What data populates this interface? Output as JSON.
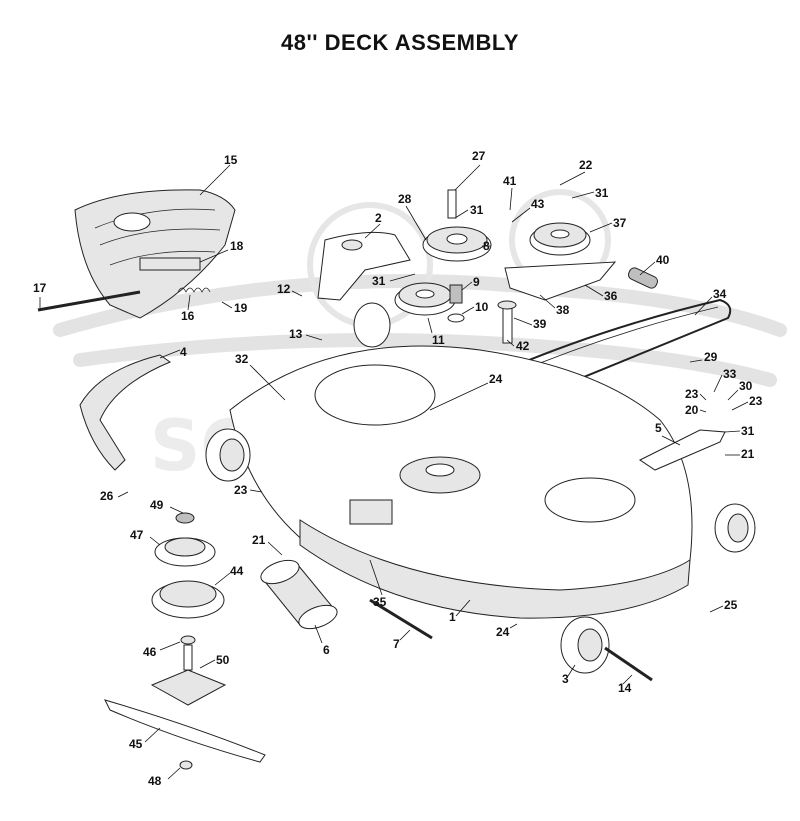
{
  "title": "48'' DECK ASSEMBLY",
  "callouts": [
    {
      "id": "c15",
      "label": "15"
    },
    {
      "id": "c18",
      "label": "18"
    },
    {
      "id": "c17",
      "label": "17"
    },
    {
      "id": "c16",
      "label": "16"
    },
    {
      "id": "c19",
      "label": "19"
    },
    {
      "id": "c12",
      "label": "12"
    },
    {
      "id": "c2",
      "label": "2"
    },
    {
      "id": "c28",
      "label": "28"
    },
    {
      "id": "c27",
      "label": "27"
    },
    {
      "id": "c31a",
      "label": "31"
    },
    {
      "id": "c31b",
      "label": "31"
    },
    {
      "id": "c8",
      "label": "8"
    },
    {
      "id": "c22",
      "label": "22"
    },
    {
      "id": "c41",
      "label": "41"
    },
    {
      "id": "c43",
      "label": "43"
    },
    {
      "id": "c31c",
      "label": "31"
    },
    {
      "id": "c37",
      "label": "37"
    },
    {
      "id": "c40",
      "label": "40"
    },
    {
      "id": "c9",
      "label": "9"
    },
    {
      "id": "c10",
      "label": "10"
    },
    {
      "id": "c36",
      "label": "36"
    },
    {
      "id": "c38",
      "label": "38"
    },
    {
      "id": "c39",
      "label": "39"
    },
    {
      "id": "c34",
      "label": "34"
    },
    {
      "id": "c11",
      "label": "11"
    },
    {
      "id": "c13",
      "label": "13"
    },
    {
      "id": "c42",
      "label": "42"
    },
    {
      "id": "c29",
      "label": "29"
    },
    {
      "id": "c4",
      "label": "4"
    },
    {
      "id": "c32",
      "label": "32"
    },
    {
      "id": "c24a",
      "label": "24"
    },
    {
      "id": "c33",
      "label": "33"
    },
    {
      "id": "c23a",
      "label": "23"
    },
    {
      "id": "c30",
      "label": "30"
    },
    {
      "id": "c20",
      "label": "20"
    },
    {
      "id": "c23b",
      "label": "23"
    },
    {
      "id": "c5",
      "label": "5"
    },
    {
      "id": "c31d",
      "label": "31"
    },
    {
      "id": "c21a",
      "label": "21"
    },
    {
      "id": "c26",
      "label": "26"
    },
    {
      "id": "c23c",
      "label": "23"
    },
    {
      "id": "c49",
      "label": "49"
    },
    {
      "id": "c47",
      "label": "47"
    },
    {
      "id": "c21b",
      "label": "21"
    },
    {
      "id": "c44",
      "label": "44"
    },
    {
      "id": "c35",
      "label": "35"
    },
    {
      "id": "c1",
      "label": "1"
    },
    {
      "id": "c25",
      "label": "25"
    },
    {
      "id": "c24b",
      "label": "24"
    },
    {
      "id": "c46",
      "label": "46"
    },
    {
      "id": "c6",
      "label": "6"
    },
    {
      "id": "c7",
      "label": "7"
    },
    {
      "id": "c50",
      "label": "50"
    },
    {
      "id": "c3",
      "label": "3"
    },
    {
      "id": "c14",
      "label": "14"
    },
    {
      "id": "c45",
      "label": "45"
    },
    {
      "id": "c48",
      "label": "48"
    }
  ]
}
